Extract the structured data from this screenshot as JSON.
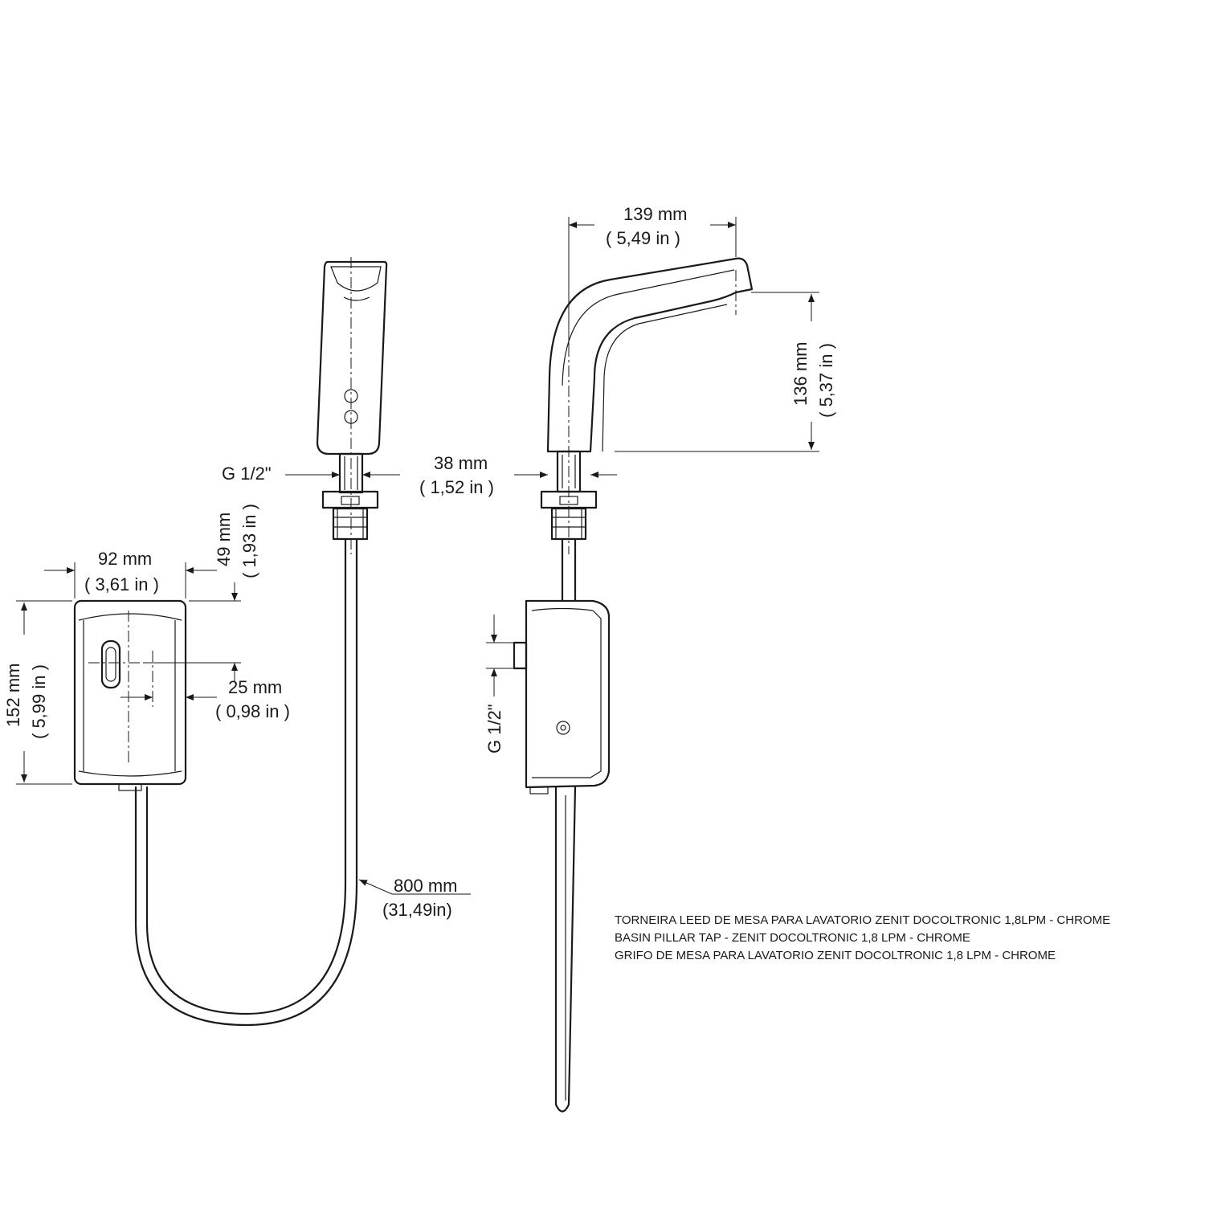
{
  "views": {
    "front": {
      "thread_label": "G 1/2\"",
      "box_width_mm": "92 mm",
      "box_width_in": "( 3,61 in )",
      "box_height_mm": "152 mm",
      "box_height_in": "( 5,99 in )",
      "sensor_offset_mm": "25 mm",
      "sensor_offset_in": "( 0,98 in )",
      "sensor_height_mm": "49 mm",
      "sensor_height_in": "( 1,93 in )",
      "hose_length_mm": "800 mm",
      "hose_length_in": "(31,49in)"
    },
    "side": {
      "spout_reach_mm": "139 mm",
      "spout_reach_in": "( 5,49 in )",
      "spout_height_mm": "136 mm",
      "spout_height_in": "( 5,37 in )",
      "base_diameter_mm": "38 mm",
      "base_diameter_in": "( 1,52 in )",
      "inlet_thread_label": "G 1/2\""
    }
  },
  "product_notes": [
    "TORNEIRA LEED DE MESA PARA LAVATORIO ZENIT DOCOLTRONIC 1,8LPM - CHROME",
    "BASIN PILLAR TAP  - ZENIT DOCOLTRONIC 1,8 LPM - CHROME",
    "GRIFO DE MESA PARA LAVATORIO ZENIT DOCOLTRONIC 1,8 LPM - CHROME"
  ]
}
